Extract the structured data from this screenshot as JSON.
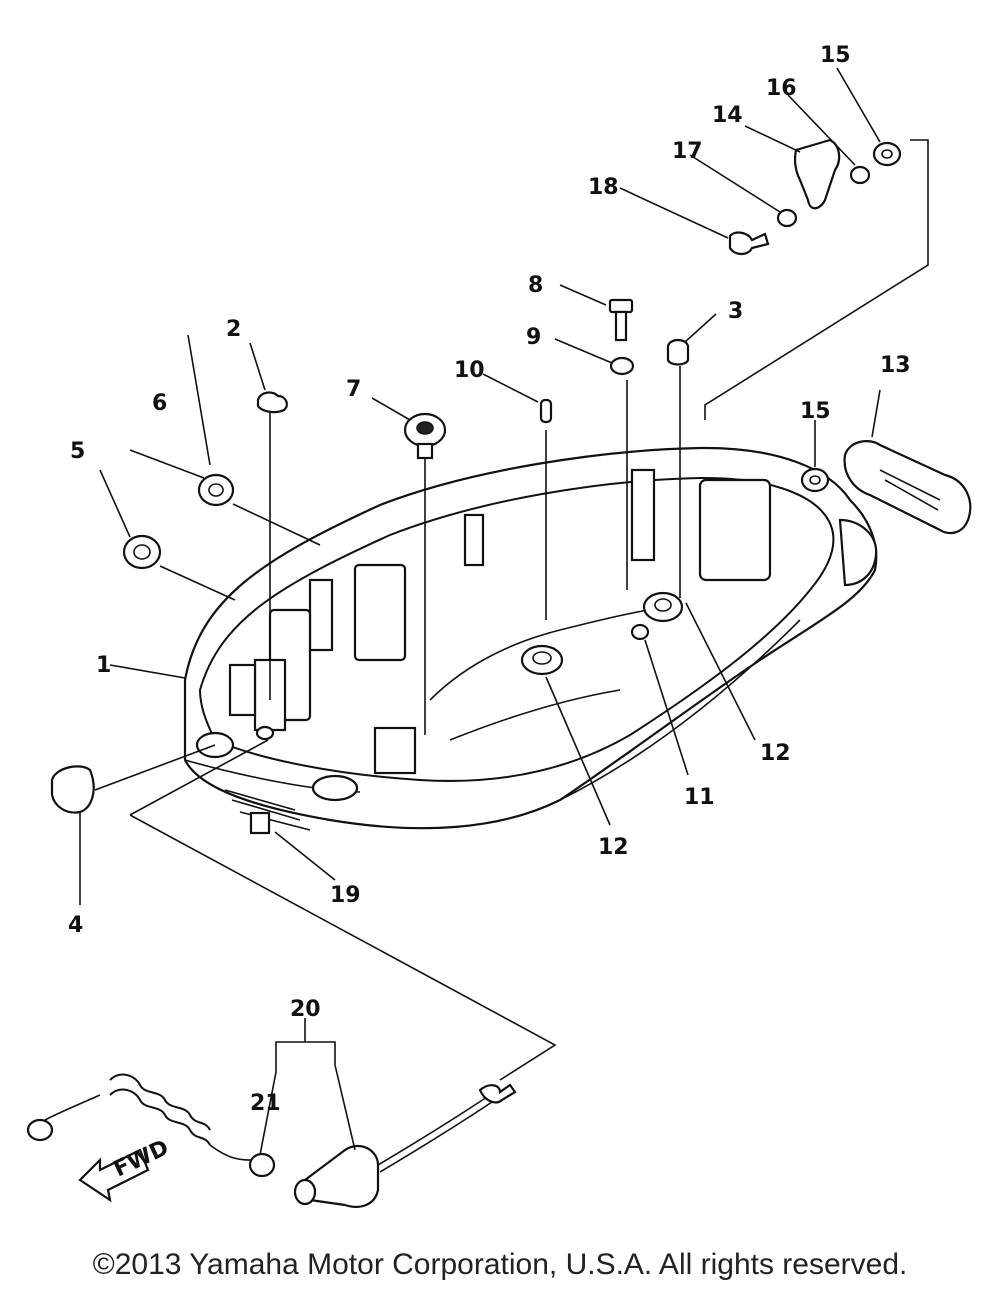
{
  "callouts": {
    "c1": "1",
    "c2": "2",
    "c3": "3",
    "c4": "4",
    "c5": "5",
    "c6": "6",
    "c7": "7",
    "c8": "8",
    "c9": "9",
    "c10": "10",
    "c11": "11",
    "c12a": "12",
    "c12b": "12",
    "c13": "13",
    "c14": "14",
    "c15a": "15",
    "c15b": "15",
    "c16": "16",
    "c17": "17",
    "c18": "18",
    "c19": "19",
    "c20": "20",
    "c21": "21"
  },
  "fwd_label": "FWD",
  "copyright": "©2013 Yamaha Motor Corporation, U.S.A. All rights reserved."
}
